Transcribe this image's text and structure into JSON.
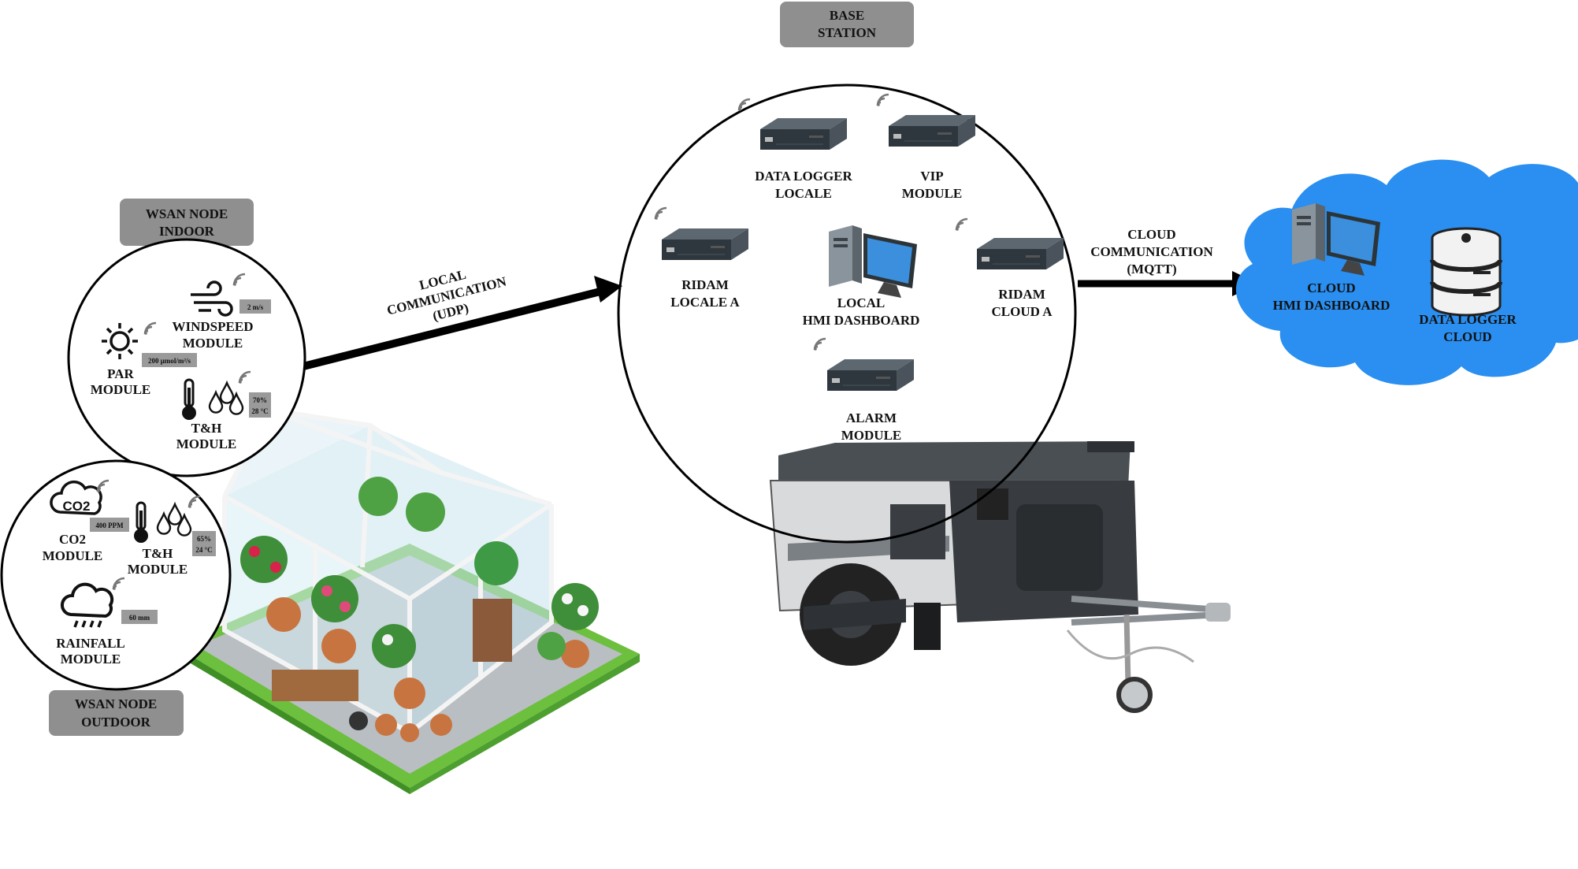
{
  "tags": {
    "base_station": [
      "BASE",
      "STATION"
    ],
    "wsan_indoor": [
      "WSAN NODE",
      "INDOOR"
    ],
    "wsan_outdoor": [
      "WSAN NODE",
      "OUTDOOR"
    ]
  },
  "links": {
    "local": [
      "LOCAL",
      "COMMUNICATION",
      "(UDP)"
    ],
    "cloud": [
      "CLOUD",
      "COMMUNICATION",
      "(MQTT)"
    ]
  },
  "base_station": {
    "data_logger_locale": [
      "DATA LOGGER",
      "LOCALE"
    ],
    "vip_module": [
      "VIP",
      "MODULE"
    ],
    "ridam_locale_a": [
      "RIDAM",
      "LOCALE A"
    ],
    "local_hmi": [
      "LOCAL",
      "HMI DASHBOARD"
    ],
    "ridam_cloud_a": [
      "RIDAM",
      "CLOUD A"
    ],
    "alarm_module": [
      "ALARM",
      "MODULE"
    ]
  },
  "cloud": {
    "hmi": [
      "CLOUD",
      "HMI DASHBOARD"
    ],
    "data_logger": [
      "DATA LOGGER",
      "CLOUD"
    ],
    "color": "#2a8ff0"
  },
  "indoor": {
    "windspeed": {
      "label": [
        "WINDSPEED",
        "MODULE"
      ],
      "value": "2 m/s"
    },
    "par": {
      "label": [
        "PAR",
        "MODULE"
      ],
      "value": "200 μmol/m²/s"
    },
    "th": {
      "label": [
        "T&H",
        "MODULE"
      ],
      "values": [
        "70%",
        "28 °C"
      ]
    }
  },
  "outdoor": {
    "co2": {
      "label": [
        "CO2",
        "MODULE"
      ],
      "value": "400 PPM",
      "icon_text": "CO2"
    },
    "th": {
      "label": [
        "T&H",
        "MODULE"
      ],
      "values": [
        "65%",
        "24 °C"
      ]
    },
    "rainfall": {
      "label": [
        "RAINFALL",
        "MODULE"
      ],
      "value": "60 mm"
    }
  },
  "icons": [
    "wifi-icon",
    "server-box-icon",
    "desktop-computer-icon",
    "database-icon",
    "sun-icon",
    "wind-icon",
    "thermometer-icon",
    "droplets-icon",
    "rain-cloud-icon",
    "co2-cloud-icon",
    "greenhouse-illustration",
    "trailer-illustration"
  ]
}
